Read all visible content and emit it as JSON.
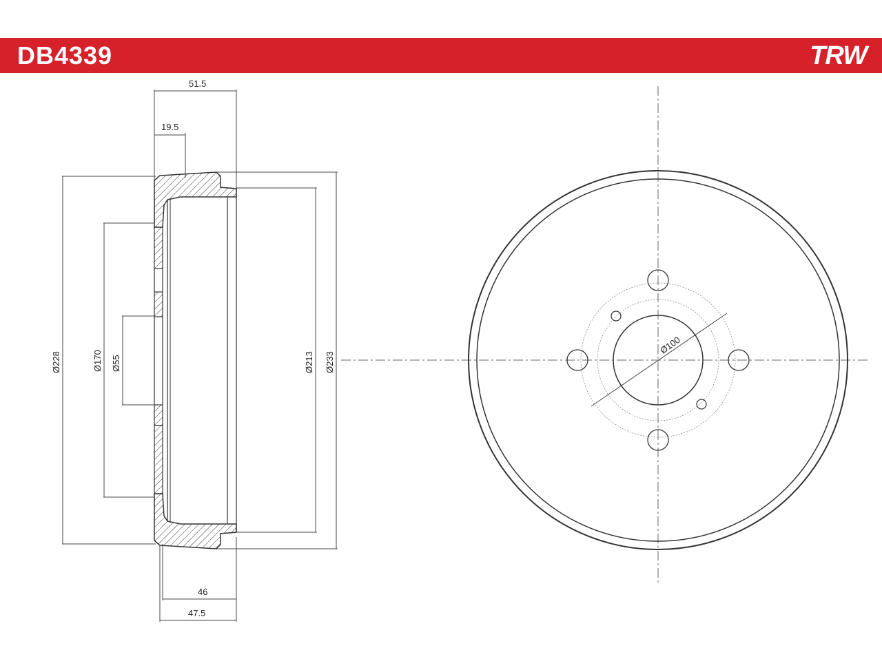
{
  "header": {
    "part_number": "DB4339",
    "brand": "TRW",
    "color": "#d6202a"
  },
  "side_view": {
    "dimensions": {
      "overall_depth": "51.5",
      "hub_depth": "19.5",
      "outer_diameter": "Ø228",
      "pcd_circle": "Ø170",
      "center_bore": "Ø55",
      "drum_inner_diameter": "Ø213",
      "max_diameter": "Ø233",
      "height_a": "46",
      "height_b": "47.5"
    }
  },
  "front_view": {
    "dimensions": {
      "bolt_circle": "Ø100"
    }
  }
}
